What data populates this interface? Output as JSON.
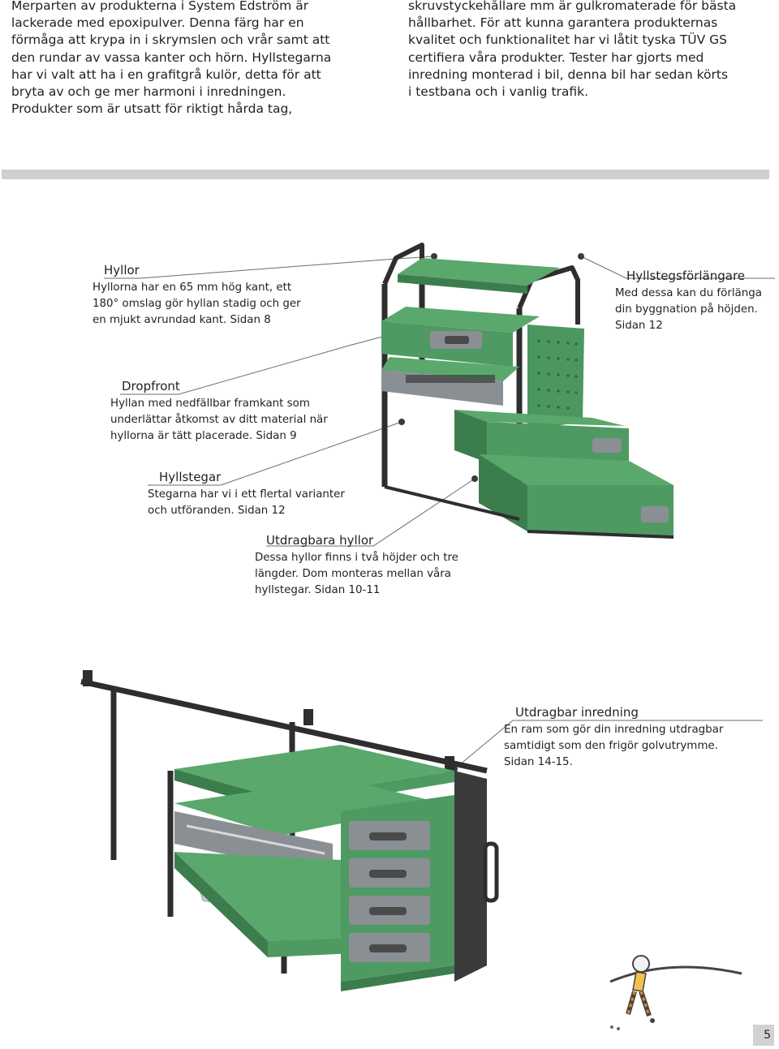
{
  "intro": {
    "left_lines": [
      "Merparten av produkterna i System Edström är",
      "lackerade med epoxipulver. Denna färg har en",
      "förmåga att krypa in i skrymslen och vrår samt att",
      "den rundar av vassa kanter och hörn. Hyllstegarna",
      "har vi valt att ha i en grafitgrå kulör, detta för att",
      "bryta av och ge mer harmoni i  inredningen.",
      "Produkter som är utsatt för riktigt hårda tag,"
    ],
    "right_lines": [
      "skruvstyckehållare mm är gulkromaterade för bästa",
      "hållbarhet. För att kunna garantera produkternas",
      "kvalitet och funktionalitet har vi låtit tyska TÜV GS",
      "certifiera våra produkter. Tester har gjorts med",
      "inredning monterad i bil, denna bil har sedan körts",
      "i testbana och i vanlig trafik."
    ]
  },
  "callouts": {
    "hyllor": {
      "title": "Hyllor",
      "lines": [
        "Hyllorna har en 65 mm hög kant, ett",
        "180° omslag gör hyllan stadig och ger",
        "en mjukt avrundad kant. Sidan 8"
      ]
    },
    "hyllstegsforlangare": {
      "title": "Hyllstegsförlängare",
      "lines": [
        "Med dessa kan du förlänga",
        "din byggnation på höjden.",
        "Sidan 12"
      ]
    },
    "dropfront": {
      "title": "Dropfront",
      "lines": [
        "Hyllan med nedfällbar framkant som",
        "underlättar åtkomst av ditt material när",
        "hyllorna är tätt placerade. Sidan 9"
      ]
    },
    "hyllstegar": {
      "title": "Hyllstegar",
      "lines": [
        "Stegarna har vi i ett flertal varianter",
        "och utföranden. Sidan 12"
      ]
    },
    "utdragbara_hyllor": {
      "title": "Utdragbara hyllor",
      "lines": [
        "Dessa hyllor finns i två höjder och tre",
        "längder. Dom monteras mellan våra",
        "hyllstegar. Sidan 10-11"
      ]
    },
    "utdragbar_inredning": {
      "title": "Utdragbar inredning",
      "lines": [
        "En ram som gör din inredning utdragbar",
        "samtidigt som den frigör golvutrymme.",
        "Sidan 14-15."
      ]
    }
  },
  "page_number": "5",
  "colors": {
    "shelf_green": "#4f9a63",
    "shelf_dark": "#2f6b40",
    "frame_gray": "#3a3a3a",
    "drawer_gray": "#8a8f93",
    "bar_gray": "#cfcfcf"
  },
  "illustrations": [
    "shelving-unit-top",
    "shelving-unit-bottom",
    "mascot-figure"
  ]
}
